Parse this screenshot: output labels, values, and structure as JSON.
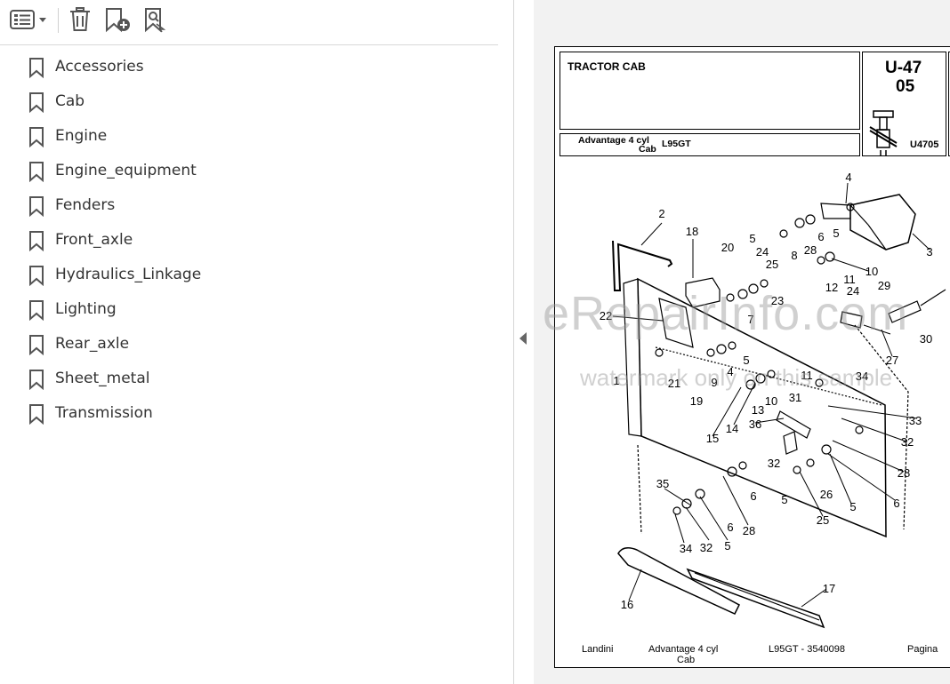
{
  "toolbar": {
    "options_icon": "options-list-icon",
    "delete_icon": "trash-icon",
    "add_bookmark_icon": "bookmark-add-icon",
    "find_bookmark_icon": "bookmark-search-icon"
  },
  "bookmarks": [
    {
      "label": "Accessories"
    },
    {
      "label": "Cab"
    },
    {
      "label": "Engine"
    },
    {
      "label": "Engine_equipment"
    },
    {
      "label": "Fenders"
    },
    {
      "label": "Front_axle"
    },
    {
      "label": "Hydraulics_Linkage"
    },
    {
      "label": "Lighting"
    },
    {
      "label": "Rear_axle"
    },
    {
      "label": "Sheet_metal"
    },
    {
      "label": "Transmission"
    }
  ],
  "document": {
    "header_title": "TRACTOR CAB",
    "code_line1": "U-47",
    "code_line2": "05",
    "model_line1": "Advantage 4 cyl",
    "model_line2": "Cab",
    "model_code": "L95GT",
    "drawing_code": "U4705",
    "footer_brand": "Landini",
    "footer_model_line1": "Advantage 4 cyl",
    "footer_model_line2": "Cab",
    "footer_part": "L95GT - 3540098",
    "footer_page": "Pagina",
    "watermark_main": "eRepairInfo.com",
    "watermark_sub": "watermark only on this sample",
    "part_numbers": [
      "2",
      "18",
      "20",
      "5",
      "24",
      "25",
      "4",
      "6",
      "5",
      "8",
      "28",
      "3",
      "10",
      "11",
      "12",
      "24",
      "29",
      "22",
      "23",
      "7",
      "30",
      "27",
      "5",
      "4",
      "9",
      "11",
      "34",
      "21",
      "19",
      "10",
      "31",
      "13",
      "36",
      "14",
      "15",
      "33",
      "32",
      "32",
      "28",
      "35",
      "6",
      "5",
      "26",
      "5",
      "6",
      "25",
      "6",
      "28",
      "5",
      "34",
      "32",
      "17",
      "16",
      "1"
    ]
  }
}
